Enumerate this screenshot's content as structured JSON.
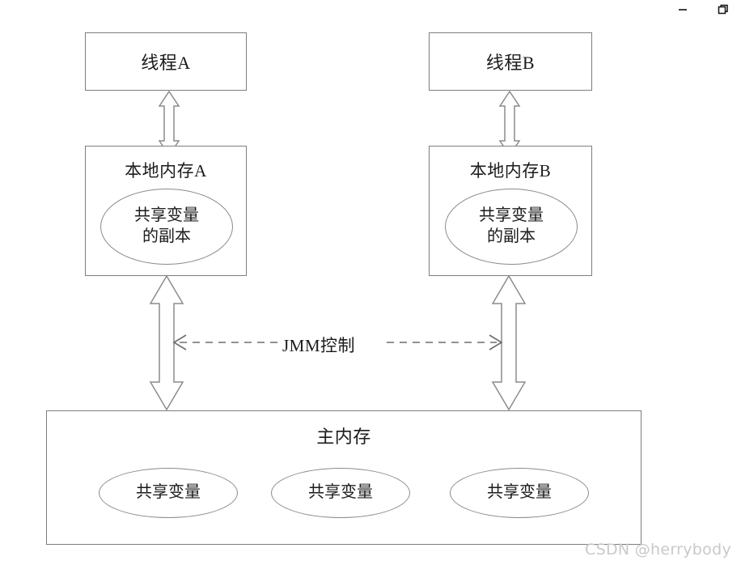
{
  "window": {
    "controls": [
      {
        "name": "minimize",
        "glyph": "–"
      },
      {
        "name": "restore",
        "glyph": "❐"
      }
    ]
  },
  "diagram": {
    "title_hidden": "",
    "threads": [
      {
        "id": "a",
        "label": "线程A"
      },
      {
        "id": "b",
        "label": "线程B"
      }
    ],
    "local_memories": [
      {
        "id": "a",
        "label": "本地内存A",
        "copy_line1": "共享变量",
        "copy_line2": "的副本"
      },
      {
        "id": "b",
        "label": "本地内存B",
        "copy_line1": "共享变量",
        "copy_line2": "的副本"
      }
    ],
    "control_link": {
      "label": "JMM控制",
      "style": "dashed-double-arrow"
    },
    "main_memory": {
      "label": "主内存",
      "variables": [
        {
          "label": "共享变量"
        },
        {
          "label": "共享变量"
        },
        {
          "label": "共享变量"
        }
      ]
    },
    "connectors": [
      {
        "from": "thread-a",
        "to": "local-memory-a",
        "type": "block-double-arrow"
      },
      {
        "from": "thread-b",
        "to": "local-memory-b",
        "type": "block-double-arrow"
      },
      {
        "from": "local-memory-a",
        "to": "main-memory",
        "type": "block-double-arrow"
      },
      {
        "from": "local-memory-b",
        "to": "main-memory",
        "type": "block-double-arrow"
      }
    ]
  },
  "watermark": {
    "text": "CSDN @herrybody"
  },
  "colors": {
    "box_stroke": "#7d7d7d",
    "ellipse_stroke": "#8a8a8a",
    "arrow_stroke": "#8c8c8c",
    "dash_stroke": "#6f6f6f",
    "text": "#1b1b1b",
    "watermark": "#c9c9c9",
    "background": "#ffffff"
  }
}
